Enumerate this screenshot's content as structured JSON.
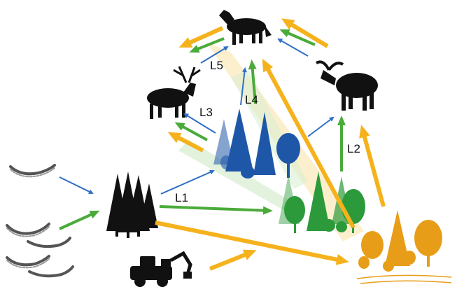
{
  "labels": {
    "l1": "L1",
    "l2": "L2",
    "l3": "L3",
    "l4": "L4",
    "l5": "L5"
  },
  "icons": {
    "wolf": "wolf-icon",
    "reindeer": "reindeer-icon",
    "moose": "moose-icon",
    "dark_forest": "dark-conifer-forest-icon",
    "blue_forest": "blue-forest-icon",
    "green_forest": "green-forest-icon",
    "orange_forest": "orange-forest-icon",
    "harvester": "forest-harvester-icon",
    "tracks": "tracked-vehicle-track-icon"
  },
  "colors": {
    "blue_arrow": "#2f6fc5",
    "green_arrow": "#4aab3a",
    "yellow_arrow": "#f5b21c",
    "blue_forest": "#1f57a8",
    "green_forest": "#2c9a3a",
    "orange_forest": "#e79d17",
    "silhouette": "#111111"
  }
}
